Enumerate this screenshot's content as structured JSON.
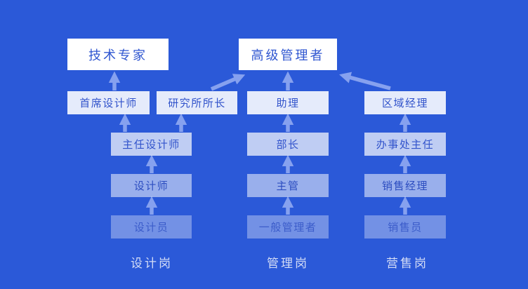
{
  "diagram": {
    "type": "career-ladder-org-chart",
    "top_nodes": {
      "technical_expert": "技术专家",
      "senior_manager": "高级管理者"
    },
    "nodes": {
      "chief_designer": "首席设计师",
      "institute_director": "研究所所长",
      "assistant": "助理",
      "regional_manager": "区域经理",
      "director_designer": "主任设计师",
      "department_head": "部长",
      "office_director": "办事处主任",
      "designer": "设计师",
      "supervisor": "主管",
      "sales_manager": "销售经理",
      "junior_designer": "设计员",
      "general_manager": "一般管理者",
      "salesperson": "销售员"
    },
    "column_labels": {
      "design": "设计岗",
      "management": "管理岗",
      "sales": "营售岗"
    },
    "edges": [
      "设计员→设计师→主任设计师→首席设计师→技术专家",
      "主任设计师→研究所所长→高级管理者",
      "一般管理者→主管→部长→助理→高级管理者",
      "销售员→销售经理→办事处主任→区域经理→高级管理者"
    ],
    "colors": {
      "background": "#2b59d8",
      "top_box_bg": "#ffffff",
      "node_text_blue": "#3153cb",
      "arrow": "#86a1ef",
      "label_text": "#d4ddf6"
    }
  }
}
